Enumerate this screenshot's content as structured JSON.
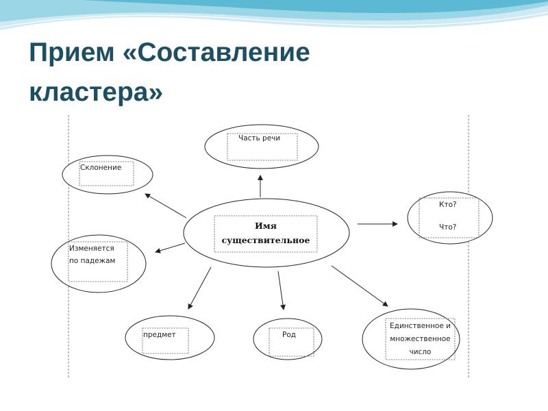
{
  "title": {
    "line1": "Прием «Составление",
    "line2": "кластера»"
  },
  "diagram": {
    "center": {
      "line1": "Имя",
      "line2": "существительное"
    },
    "nodes": {
      "part_of_speech": "Часть речи",
      "declension": "Склонение",
      "questions": {
        "q1": "Кто?",
        "q2": "Что?"
      },
      "cases": {
        "line1": "Изменяется",
        "line2": "по падежам"
      },
      "object": "предмет",
      "gender": "Род",
      "number": {
        "line1": "Единственное и",
        "line2": "множественное",
        "line3": "число"
      }
    }
  },
  "colors": {
    "title": "#1c4f63",
    "wave_light": "#cfeaf2",
    "wave_mid": "#8fd0e2",
    "wave_dark": "#4fb2cf"
  }
}
